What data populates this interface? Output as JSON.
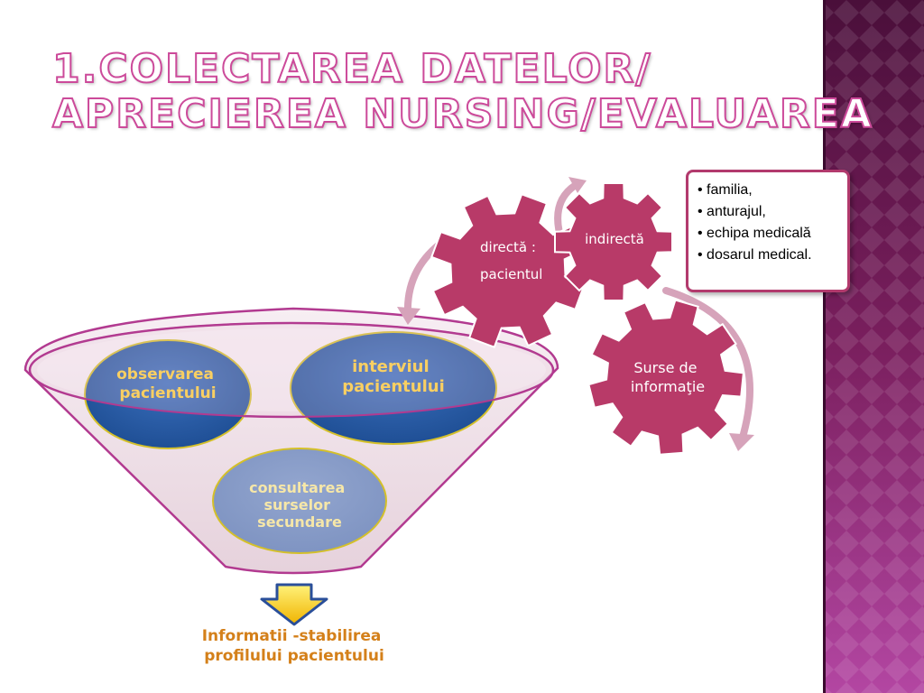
{
  "title": {
    "line1": "1.COLECTAREA  DATELOR/",
    "line2": "APRECIEREA NURSING/EVALUAREA"
  },
  "funnel": {
    "item1": [
      "observarea",
      "pacientului"
    ],
    "item2": [
      "interviul",
      "pacientului"
    ],
    "item3": [
      "consultarea",
      "surselor",
      "secundare"
    ]
  },
  "result": {
    "line1": "Informatii -stabilirea",
    "line2": "profilului pacientului"
  },
  "gears": {
    "main": [
      "Surse de",
      "informaţie"
    ],
    "direct": [
      "directă :",
      "pacientul"
    ],
    "indirect": "indirectă"
  },
  "sources_list": [
    "familia,",
    "anturajul,",
    "echipa medicală",
    "dosarul medical."
  ],
  "colors": {
    "gear": "#b83a68",
    "funnel_blue": "#2a5da6",
    "accent_pink": "#cc4a9a",
    "result_text": "#d4801a",
    "sidebar": "#7a1f5e"
  }
}
